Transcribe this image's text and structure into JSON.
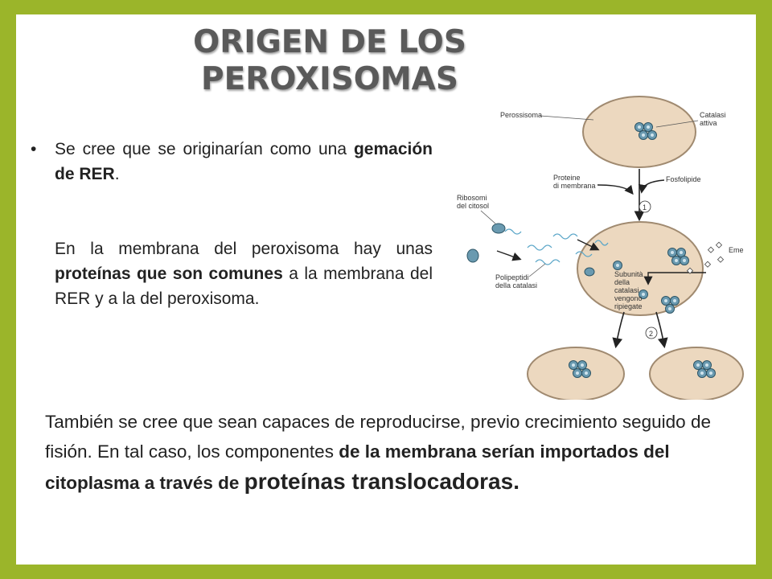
{
  "title": {
    "line1": "ORIGEN DE LOS",
    "line2": "PEROXISOMAS"
  },
  "bullet": "•",
  "paragraph1": {
    "text_before": "Se cree que se originarían como una ",
    "bold": "gemación de RER",
    "text_after": "."
  },
  "paragraph2": {
    "text1": "En la membrana del peroxisoma hay unas ",
    "bold1": "proteínas que son comunes",
    "text2": " a la membrana del RER y a la del peroxisoma."
  },
  "paragraph3": {
    "text1": "También se cree que sean capaces de reproducirse, previo crecimiento seguido de fisión. En tal caso, los componentes ",
    "bold1": "de la membrana serían importados del citoplasma a través de ",
    "bold_large": "proteínas translocadoras",
    "text_end": "."
  },
  "diagram": {
    "labels": {
      "perossisoma": "Perossisoma",
      "catalasi_attiva_1": "Catalasi",
      "catalasi_attiva_2": "attiva",
      "proteine_1": "Proteine",
      "proteine_2": "di membrana",
      "fosfolipide": "Fosfolipide",
      "ribosomi_1": "Ribosomi",
      "ribosomi_2": "del citosol",
      "polipeptidi_1": "Polipeptidi",
      "polipeptidi_2": "della catalasi",
      "subunita_1": "Subunità",
      "subunita_2": "della",
      "subunita_3": "catalasi",
      "subunita_4": "vengono",
      "subunita_5": "ripiegate",
      "eme": "Eme",
      "step1": "1",
      "step2": "2"
    },
    "colors": {
      "cell_fill": "#ecd8bf",
      "cell_stroke": "#a08a70",
      "vesicle": "#6a9ab0",
      "polypeptide": "#5aa6c8"
    }
  },
  "colors": {
    "border": "#9bb52a",
    "background": "#ffffff",
    "title": "#5a5a5a",
    "text": "#222222"
  }
}
